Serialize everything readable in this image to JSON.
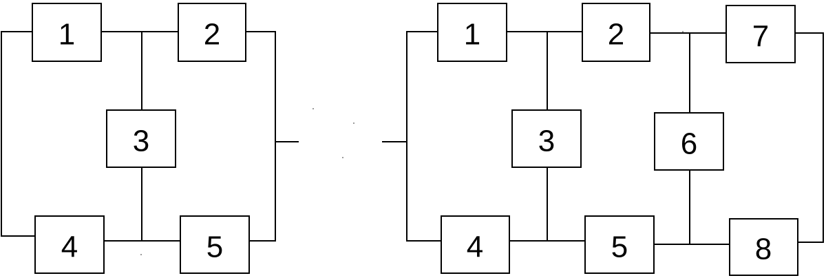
{
  "left_network": {
    "blocks": [
      "1",
      "2",
      "3",
      "4",
      "5"
    ]
  },
  "right_network": {
    "blocks": [
      "1",
      "2",
      "3",
      "4",
      "5",
      "6",
      "7",
      "8"
    ]
  }
}
